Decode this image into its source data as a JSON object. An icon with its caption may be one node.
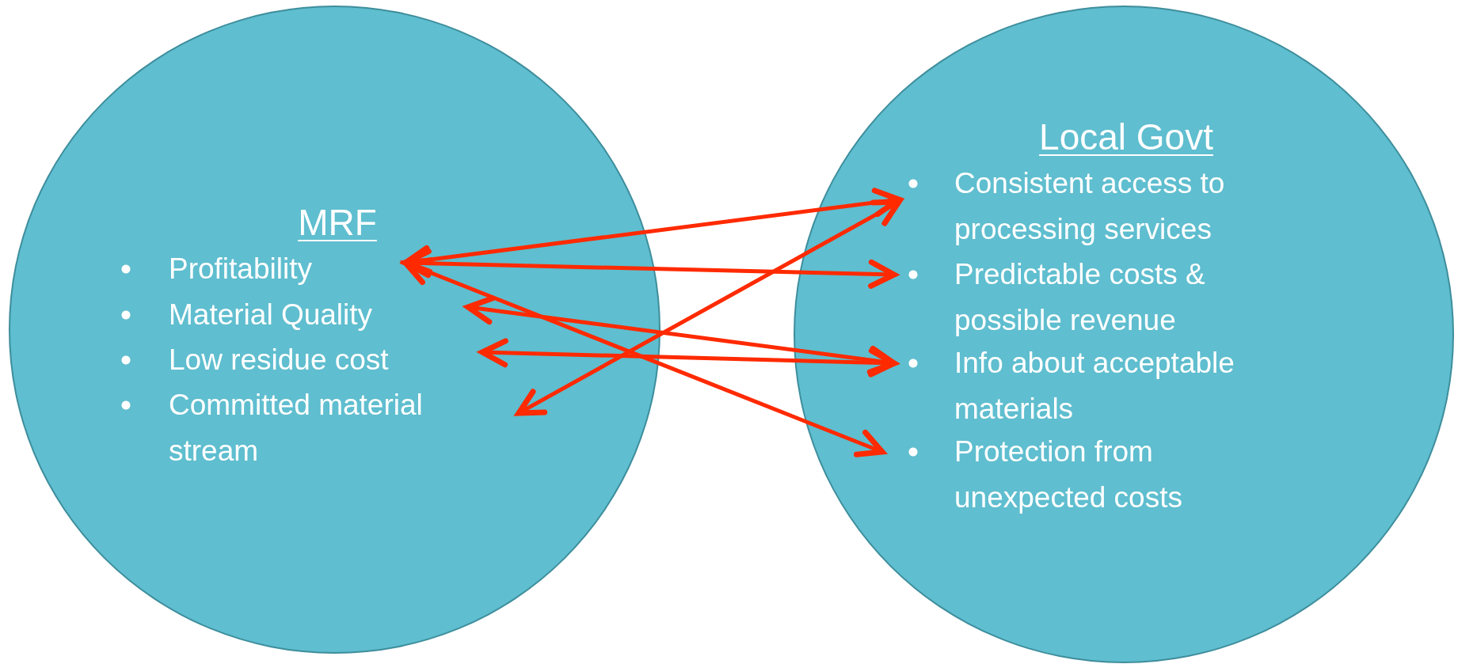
{
  "diagram": {
    "nodes": [
      {
        "text": [
          "MRF"
        ]
      },
      {
        "text": [
          "Profitability"
        ],
        "in": 0
      },
      {
        "text": [
          "Material Quality"
        ],
        "in": 0
      },
      {
        "text": [
          "Low residue cost"
        ],
        "in": 0
      },
      {
        "text": [
          "Committed material stream"
        ],
        "in": 0
      },
      {
        "text": [
          "Local Govt"
        ]
      },
      {
        "text": [
          "Consistent access to processing services"
        ],
        "in": 5
      },
      {
        "text": [
          "Predictable costs & possible revenue"
        ],
        "in": 5
      },
      {
        "text": [
          "Info about acceptable materials"
        ],
        "in": 5
      },
      {
        "text": [
          "Protection from unexpected costs"
        ],
        "in": 5
      }
    ],
    "edges": [
      {
        "from": 1,
        "to": 6,
        "arrow": "both"
      },
      {
        "from": 1,
        "to": 7,
        "arrow": "both"
      },
      {
        "from": 1,
        "to": 9,
        "arrow": "both"
      },
      {
        "from": 2,
        "to": 8,
        "arrow": "both"
      },
      {
        "from": 3,
        "to": 8,
        "arrow": "both"
      },
      {
        "from": 4,
        "to": 6,
        "arrow": "both"
      }
    ]
  }
}
